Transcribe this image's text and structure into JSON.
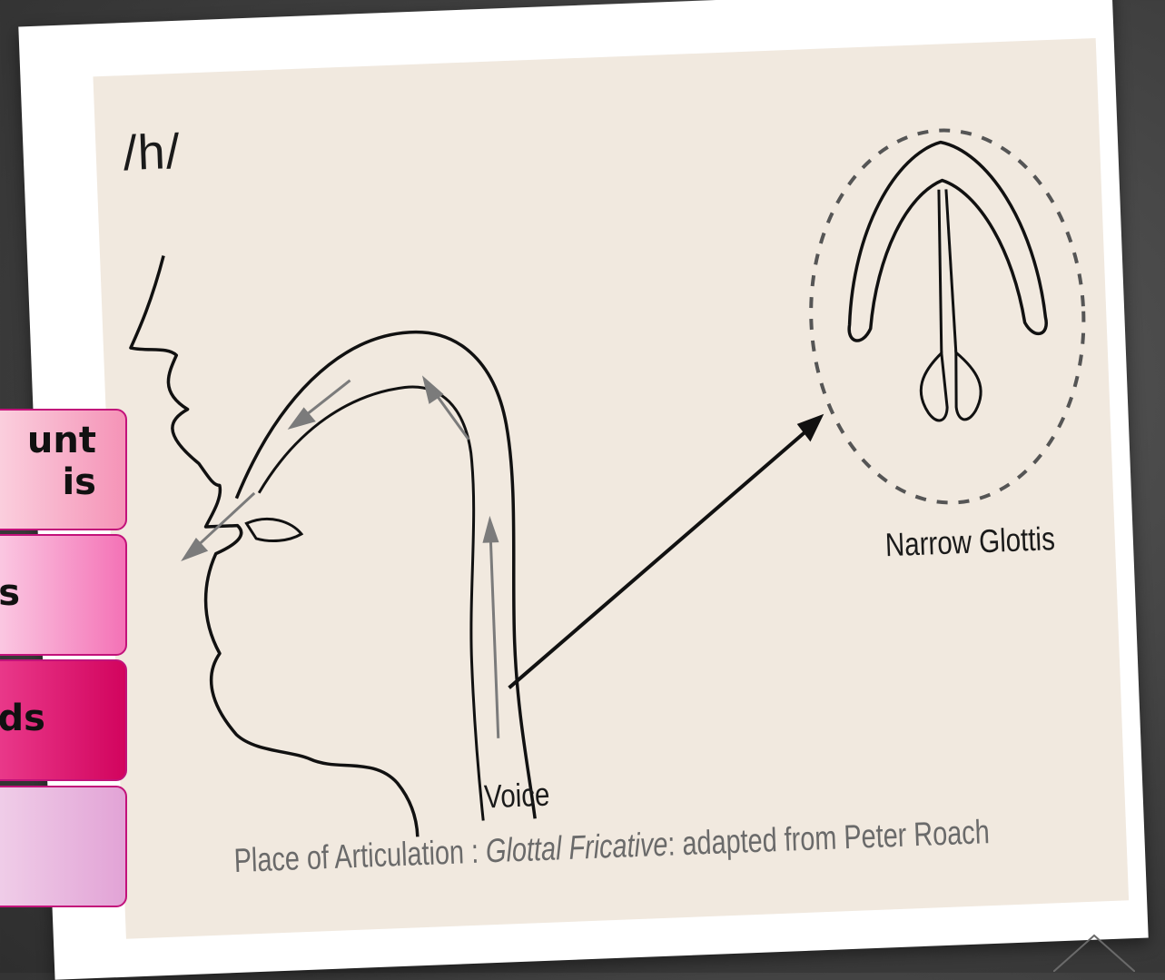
{
  "diagram": {
    "phoneme": "/h/",
    "glottis_label": "Narrow Glottis",
    "voice_label": "Voice",
    "caption_prefix": "Place of Articulation : ",
    "caption_italic": "Glottal Fricative",
    "caption_suffix": ": adapted from Peter Roach"
  },
  "bullets": [
    {
      "text": "unt is"
    },
    {
      "text": "s"
    },
    {
      "text": "ds"
    },
    {
      "text": ""
    }
  ],
  "colors": {
    "card_background": "#f1e9df",
    "box_border": "#c2127a",
    "box3_fill": "#d2045e"
  }
}
